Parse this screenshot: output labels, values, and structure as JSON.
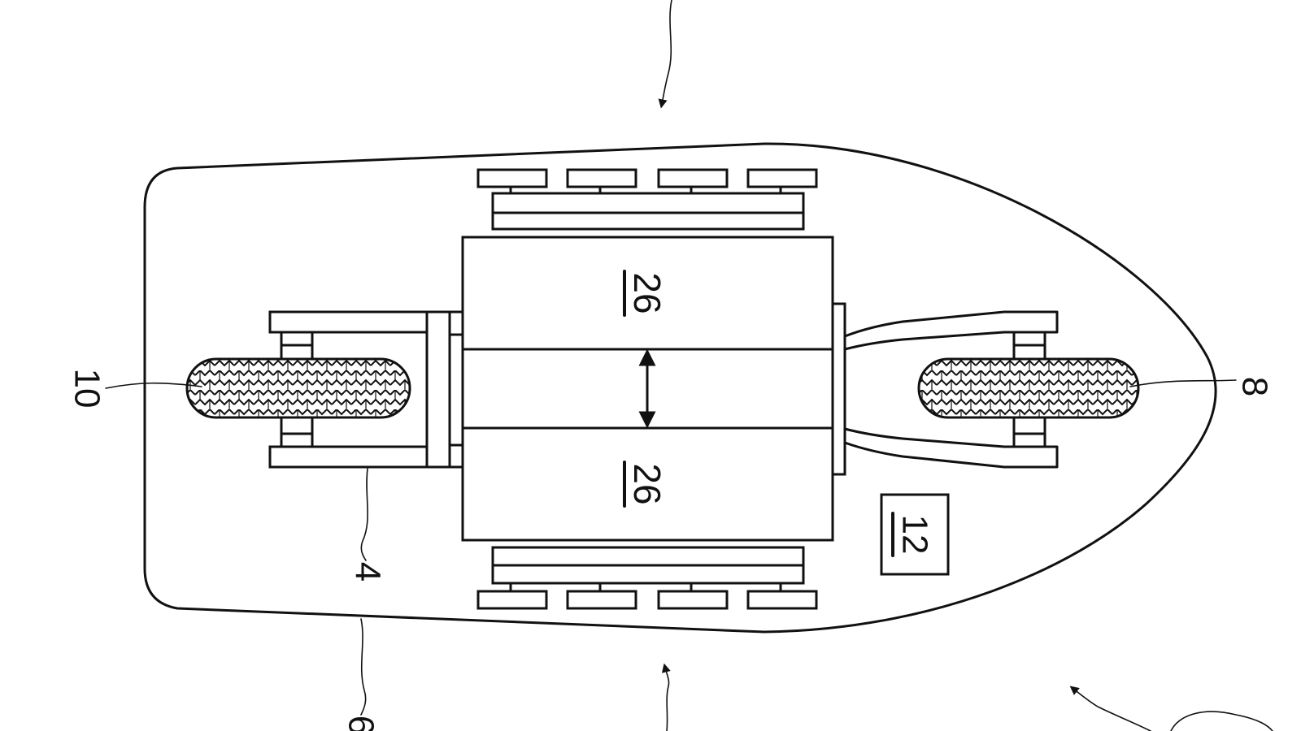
{
  "labels": {
    "ref_4": "4",
    "ref_6": "6",
    "ref_8": "8",
    "ref_10": "10",
    "ref_12": "12",
    "ref_26_upper": "26",
    "ref_26_lower": "26"
  },
  "colors": {
    "stroke": "#111111",
    "background": "#ffffff"
  },
  "icons": {
    "roller_pattern": "herringbone-hatch",
    "arrows": "curved-lead-arrow"
  }
}
